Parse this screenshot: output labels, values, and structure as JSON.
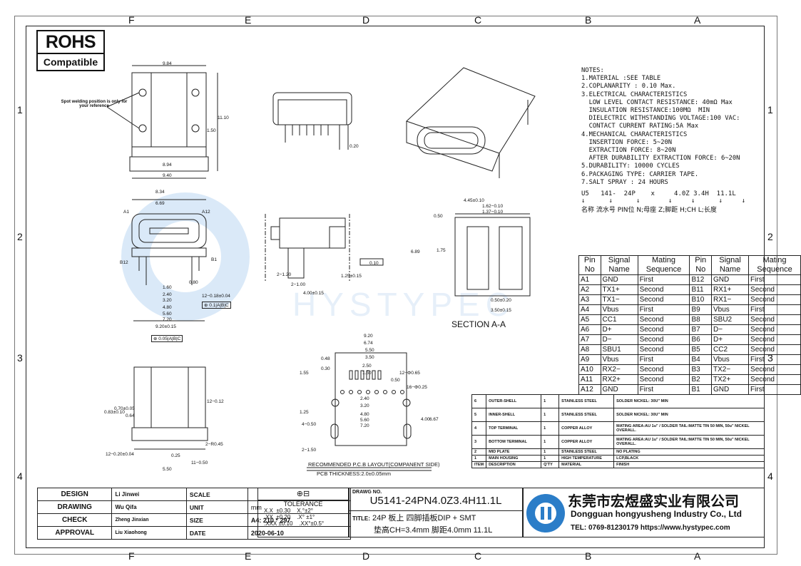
{
  "logo": {
    "line1": "ROHS",
    "line2": "Compatible"
  },
  "zones": {
    "top": [
      "F",
      "E",
      "D",
      "C",
      "B",
      "A"
    ],
    "side": [
      "1",
      "2",
      "3",
      "4"
    ]
  },
  "notes": [
    "NOTES:",
    "1.MATERIAL :SEE TABLE",
    "2.COPLANARITY : 0.10 Max.",
    "3.ELECTRICAL CHARACTERISTICS",
    "  LOW LEVEL CONTACT RESISTANCE: 40mΩ Max",
    "  INSULATION RESISTANCE:100MΩ  MIN",
    "  DIELECTRIC WITHSTANDING VOLTAGE:100 VAC:",
    "  CONTACT CURRENT RATING:5A Max",
    "4.MECHANICAL CHARACTERISTICS",
    "  INSERTION FORCE: 5~20N",
    "  EXTRACTION FORCE: 8~20N",
    "  AFTER DURABILITY EXTRACTION FORCE: 6~20N",
    "5.DURABILITY: 10000 CYCLES",
    "6.PACKAGING TYPE: CARRIER TAPE.",
    "7.SALT SPRAY : 24 HOURS"
  ],
  "code": {
    "parts": [
      "U5",
      "141-",
      "24P",
      "x",
      "4.0Z",
      "3.4H",
      "11.1L"
    ],
    "legend": "名称 流水号 PIN位  N;母座 Z;脚距 H;CH  L;长度"
  },
  "pin_table": {
    "headers": [
      "Pin No",
      "Signal Name",
      "Mating Sequence",
      "Pin No",
      "Signal Name",
      "Mating Sequence"
    ],
    "rows": [
      [
        "A1",
        "GND",
        "First",
        "B12",
        "GND",
        "First"
      ],
      [
        "A2",
        "TX1+",
        "Second",
        "B11",
        "RX1+",
        "Second"
      ],
      [
        "A3",
        "TX1−",
        "Second",
        "B10",
        "RX1−",
        "Second"
      ],
      [
        "A4",
        "Vbus",
        "First",
        "B9",
        "Vbus",
        "First"
      ],
      [
        "A5",
        "CC1",
        "Second",
        "B8",
        "SBU2",
        "Second"
      ],
      [
        "A6",
        "D+",
        "Second",
        "B7",
        "D−",
        "Second"
      ],
      [
        "A7",
        "D−",
        "Second",
        "B6",
        "D+",
        "Second"
      ],
      [
        "A8",
        "SBU1",
        "Second",
        "B5",
        "CC2",
        "Second"
      ],
      [
        "A9",
        "Vbus",
        "First",
        "B4",
        "Vbus",
        "First"
      ],
      [
        "A10",
        "RX2−",
        "Second",
        "B3",
        "TX2−",
        "Second"
      ],
      [
        "A11",
        "RX2+",
        "Second",
        "B2",
        "TX2+",
        "Second"
      ],
      [
        "A12",
        "GND",
        "First",
        "B1",
        "GND",
        "First"
      ]
    ]
  },
  "materials": {
    "rows": [
      [
        "6",
        "OUTER-SHELL",
        "1",
        "STAINLESS STEEL",
        "SOLDER NICKEL: 30U\" MIN"
      ],
      [
        "5",
        "INNER-SHELL",
        "1",
        "STAINLESS STEEL",
        "SOLDER NICKEL: 30U\" MIN"
      ],
      [
        "4",
        "TOP TERMINAL",
        "1",
        "COPPER ALLOY",
        "MATING AREA:AU 1u\" / SOLDER TAIL:MATTE TIN 50 MIN, 50u\" NICKEL OVERALL."
      ],
      [
        "3",
        "BOTTOM TERMINAL",
        "1",
        "COPPER ALLOY",
        "MATING AREA:AU 1u\" / SOLDER TAIL:MATTE TIN 50 MIN, 50u\" NICKEL OVERALL."
      ],
      [
        "2",
        "MID PLATE",
        "1",
        "STAINLESS STEEL",
        "NO PLATING"
      ],
      [
        "1",
        "MAIN HOUSING",
        "1",
        "HIGH TEMPERATURE",
        "LCP,BLACK"
      ]
    ],
    "header": [
      "ITEM",
      "DESCRIPTION",
      "Q'TY",
      "MATERIAL",
      "FINISH"
    ]
  },
  "title_block": {
    "design": {
      "label": "DESIGN",
      "name": "Li Jinwei",
      "key": "SCALE",
      "value": ""
    },
    "drawing": {
      "label": "DRAWING",
      "name": "Wu Qifa",
      "key": "UNIT",
      "value": "mm"
    },
    "check": {
      "label": "CHECK",
      "name": "Zheng Jinxian",
      "key": "SIZE",
      "value": "A4: 210 * 297"
    },
    "approval": {
      "label": "APPROVAL",
      "name": "Liu Xiaohong",
      "key": "DATE",
      "value": "2020-06-10"
    },
    "tolerance": {
      "label": "TOLERANCE",
      "r1": "X.X  ±0.30    X.°±2°",
      "r2": ".XX  ±0.20    .X° ±1°",
      "r3": ".XXX ±0.10    .XX°±0.5°"
    },
    "drawing_no_label": "DRAWG NO.",
    "drawing_no": "U5141-24PN4.0Z3.4H11.1L",
    "title_label": "TITLE:",
    "title_l1": "24P 板上 四脚插板DIP + SMT",
    "title_l2": "垫高CH=3.4mm 脚距4.0mm 11.1L"
  },
  "company": {
    "cn": "东莞市宏煜盛实业有限公司",
    "en": "Dongguan hongyusheng Industry Co., Ltd",
    "contact": "TEL: 0769-81230179  https://www.hystypec.com"
  },
  "drawing_labels": {
    "spot_note": "Spot welding position is only for your reference",
    "section": "SECTION  A-A",
    "pcb_title": "RECOMMENDED  P.C.B LAYOUT(COMPANENT  SIDE)",
    "pcb_thick": "PCB  THICKNESS:2.0±0.05mm",
    "watermark": "HYSTYPEC",
    "dims_top": [
      "9.84",
      "8.94",
      "9.40",
      "11.10",
      "1.50",
      "0.20"
    ],
    "dims_front": [
      "8.34",
      "6.69",
      "1.60",
      "2.40",
      "3.20",
      "4.80",
      "5.60",
      "7.20",
      "9.20±0.15",
      "12−0.18±0.04",
      "0.80",
      "A1",
      "A12",
      "B1",
      "B12"
    ],
    "dims_side": [
      "2−1.20",
      "2−1.00",
      "4.00±0.15",
      "1.25±0.15",
      "0.10"
    ],
    "dims_section": [
      "4.45±0.10",
      "1.62−0.10",
      "1.37−0.10",
      "0.50±0.20",
      "3.50±0.15",
      "0.50",
      "1.75",
      "6.89"
    ],
    "dims_pcb": [
      "9.20",
      "6.74",
      "5.50",
      "3.50",
      "2.50",
      "1.50",
      "0.50",
      "2.40",
      "3.20",
      "4.80",
      "5.60",
      "7.20",
      "1.55",
      "1.25",
      "4−0.50",
      "2−1.50",
      "4.00",
      "6.67",
      "0.48",
      "0.30",
      "12−Φ0.65",
      "16−Φ0.25"
    ],
    "dims_bottom": [
      "12−0.12",
      "12−0.20±0.04",
      "0.25",
      "5.50",
      "11−0.50",
      "0.83±0.10",
      "0.70±0.05",
      "0.64",
      "2−R0.45"
    ],
    "gdt": [
      "0.1|A|B|C",
      "0.05|A|B|C"
    ]
  }
}
